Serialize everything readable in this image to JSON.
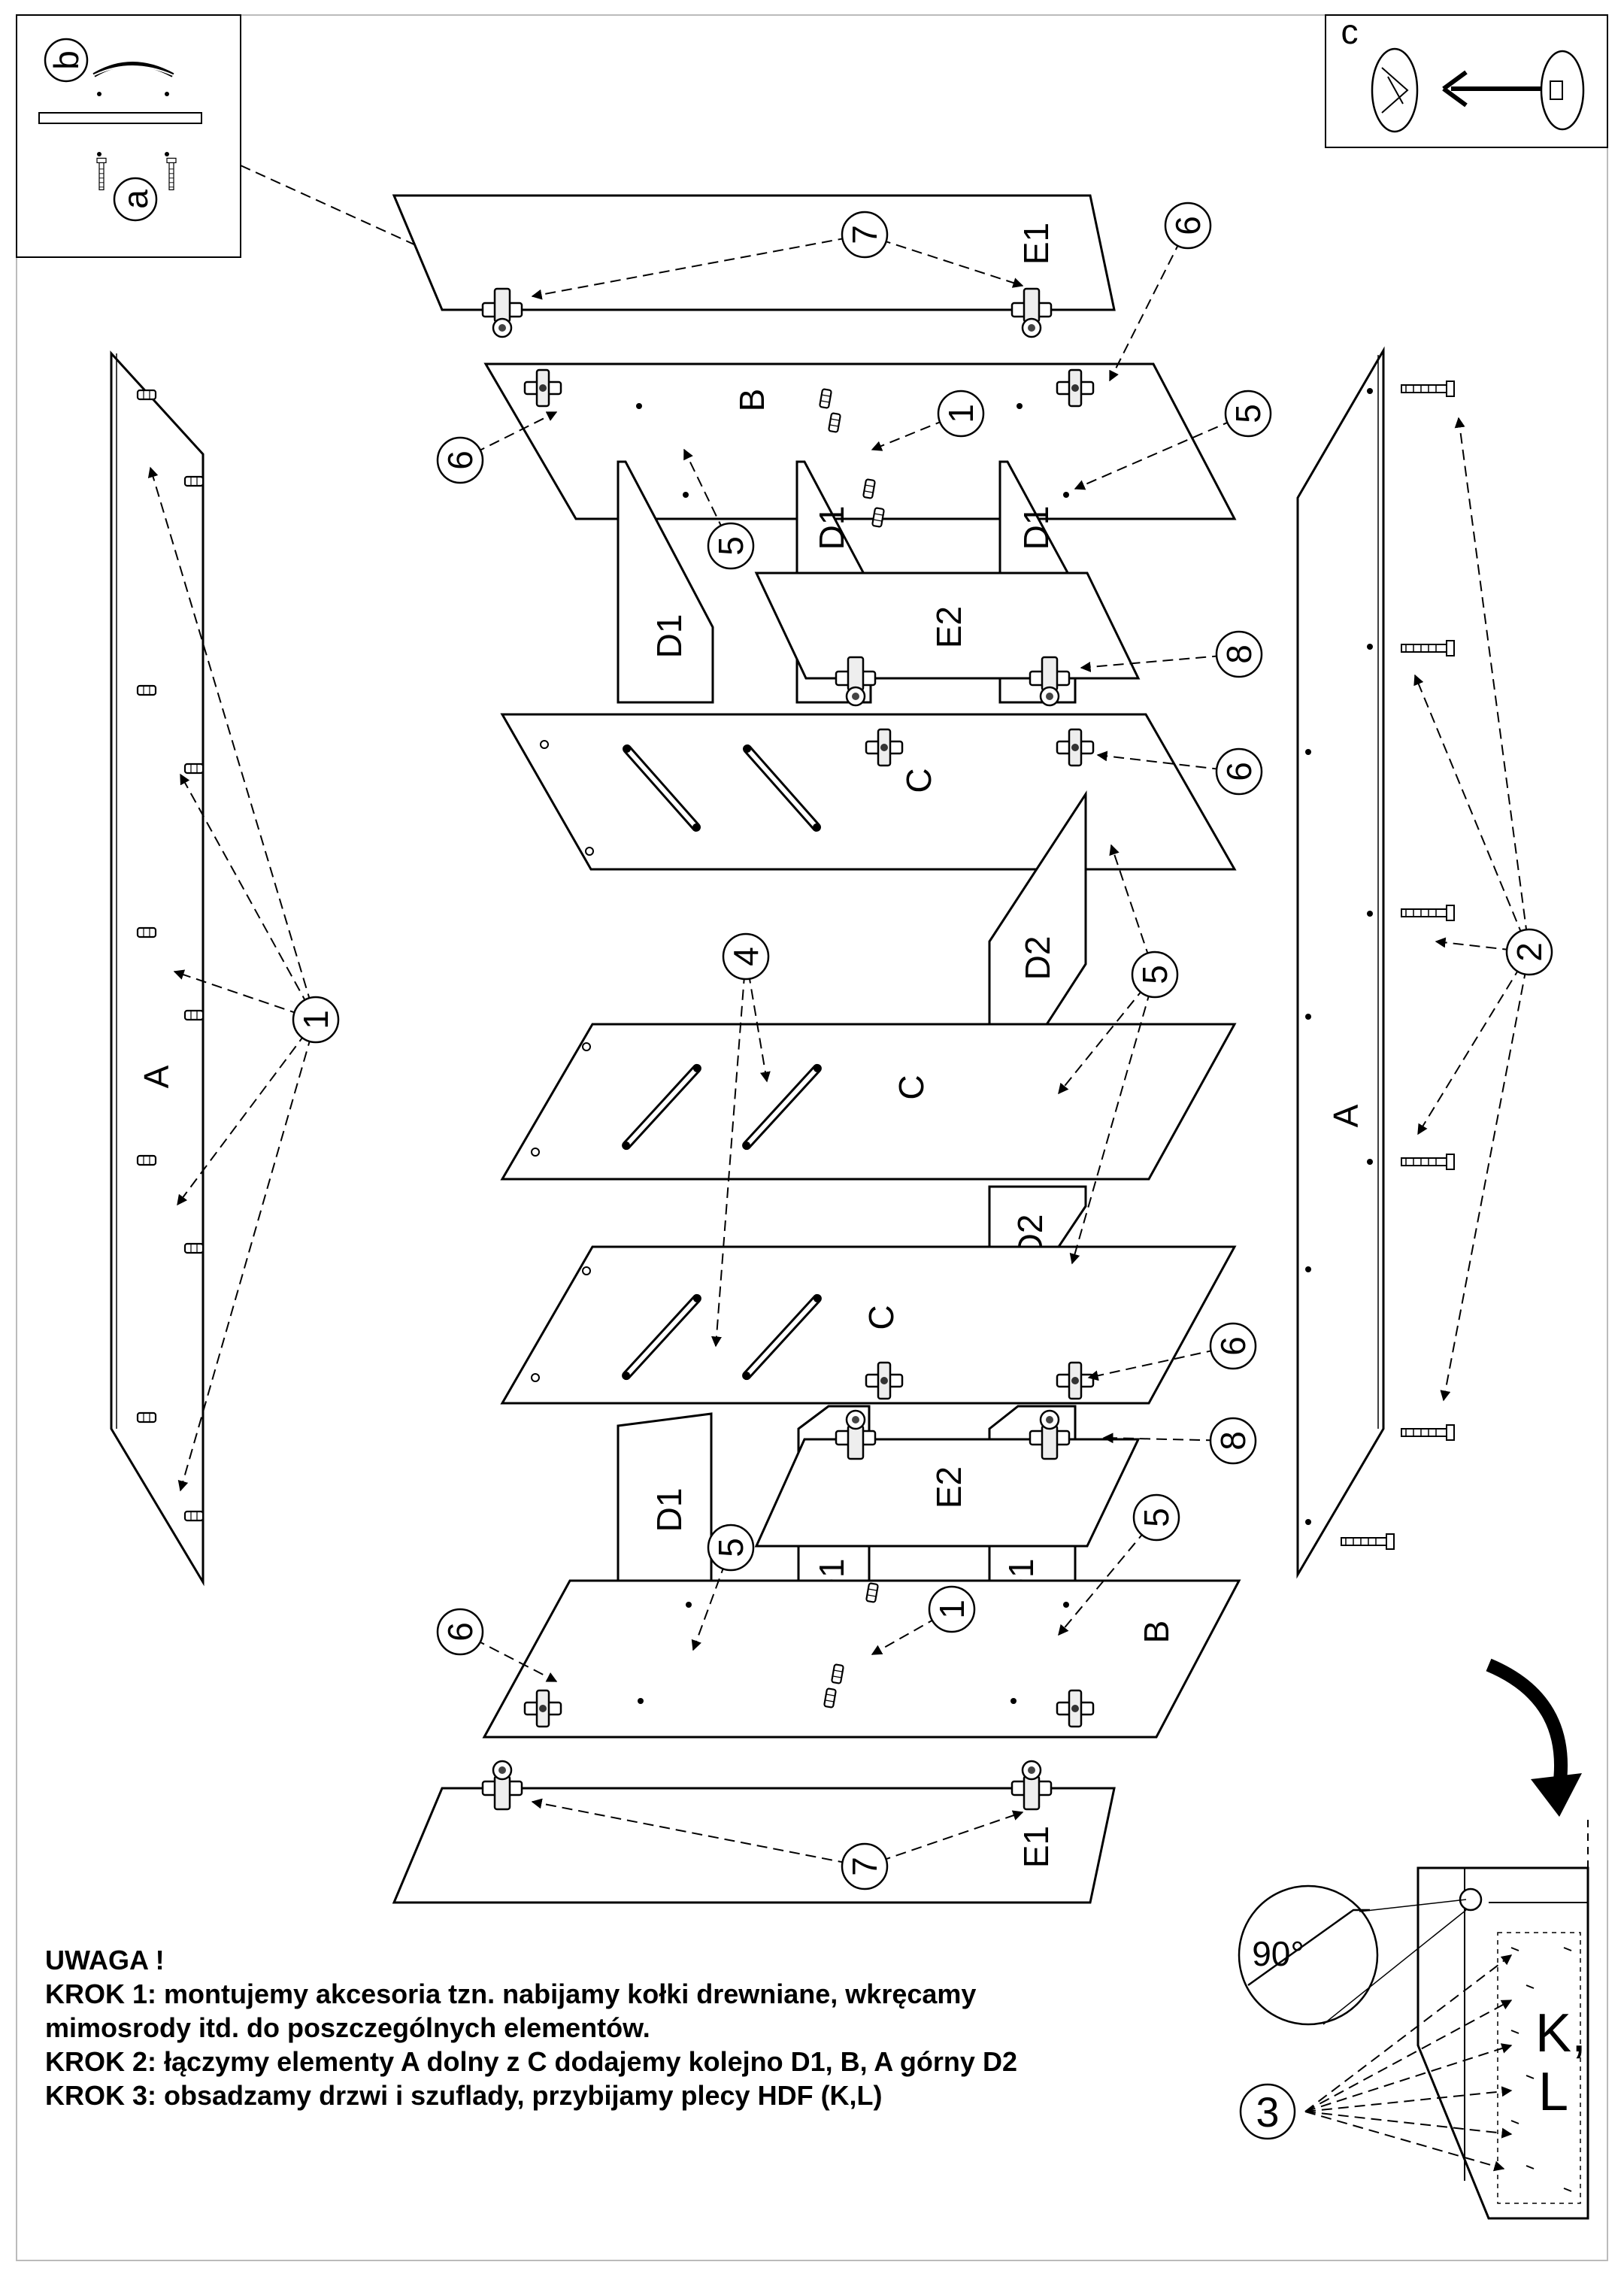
{
  "panel_labels": {
    "A_left": "A",
    "A_right": "A",
    "B_top": "B",
    "B_bottom": "B",
    "C_upper": "C",
    "C_middle": "C",
    "C_lower": "C",
    "D1_upper_left": "D1",
    "D1_upper_mid": "D1",
    "D1_upper_right": "D1",
    "D1_lower_left": "D1",
    "D1_lower_mid": "D1",
    "D1_lower_right": "D1",
    "D2_upper": "D2",
    "D2_lower": "D2",
    "E1_top": "E1",
    "E1_bottom": "E1",
    "E2_upper": "E2",
    "E2_lower": "E2",
    "KL": "K,\nL"
  },
  "callouts": {
    "c1_left": "1",
    "c1_top": "1",
    "c1_bottom": "1",
    "c2": "2",
    "c3": "3",
    "c4": "4",
    "c5_top": "5",
    "c5_upper_left": "5",
    "c5_mid": "5",
    "c5_lower_left": "5",
    "c5_lower_right": "5",
    "c6_topright": "6",
    "c6_left": "6",
    "c6_upperright": "6",
    "c6_lowerright": "6",
    "c6_bottomleft": "6",
    "c7_top": "7",
    "c7_bottom": "7",
    "c8_upper": "8",
    "c8_lower": "8"
  },
  "inset_topleft": {
    "label_b": "b",
    "label_a": "a"
  },
  "inset_topright": {
    "label_c": "c"
  },
  "angle_label": "90°",
  "notes": [
    "UWAGA !",
    "KROK 1: montujemy akcesoria tzn. nabijamy kołki drewniane, wkręcamy",
    "mimosrody itd. do poszczególnych elementów.",
    "KROK 2: łączymy elementy A dolny z C dodajemy kolejno D1, B, A górny D2",
    "KROK 3: obsadzamy drzwi i szuflady, przybijamy plecy HDF (K,L)"
  ]
}
